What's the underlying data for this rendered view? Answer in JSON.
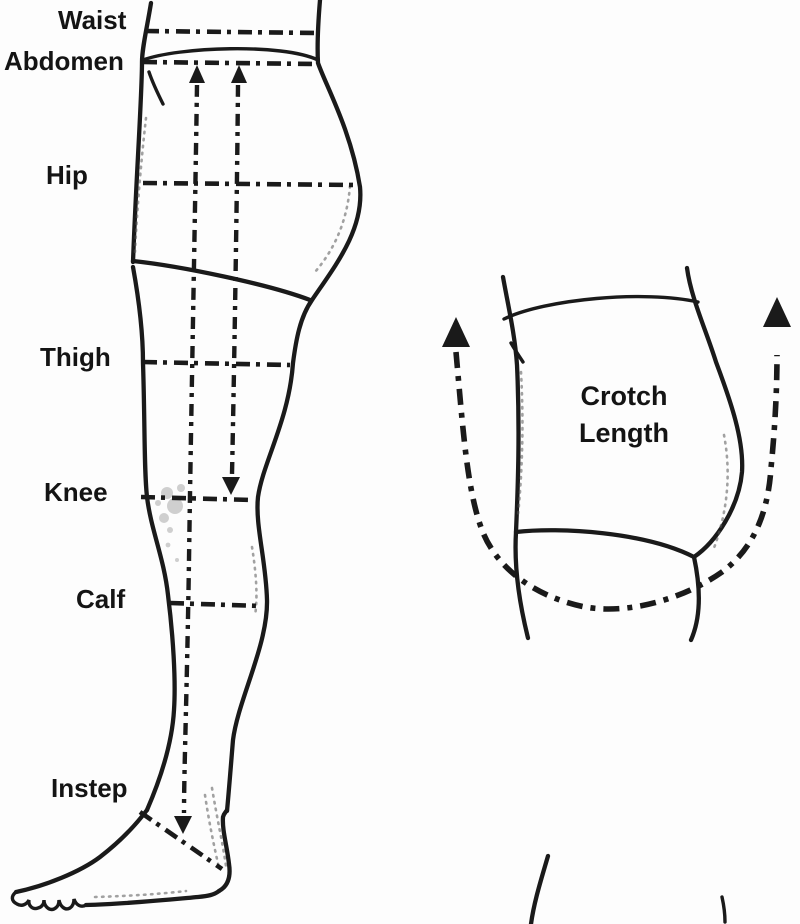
{
  "page": {
    "background": "#fdfdfd",
    "ink_color": "#1a1a1a",
    "description": "Body measurement diagram for pants fitting"
  },
  "side_view": {
    "labels": {
      "waist": "Waist",
      "abdomen": "Abdomen",
      "hip": "Hip",
      "thigh": "Thigh",
      "knee": "Knee",
      "calf": "Calf",
      "instep": "Instep"
    }
  },
  "back_view": {
    "label": {
      "line1": "Crotch",
      "line2": "Length"
    }
  }
}
